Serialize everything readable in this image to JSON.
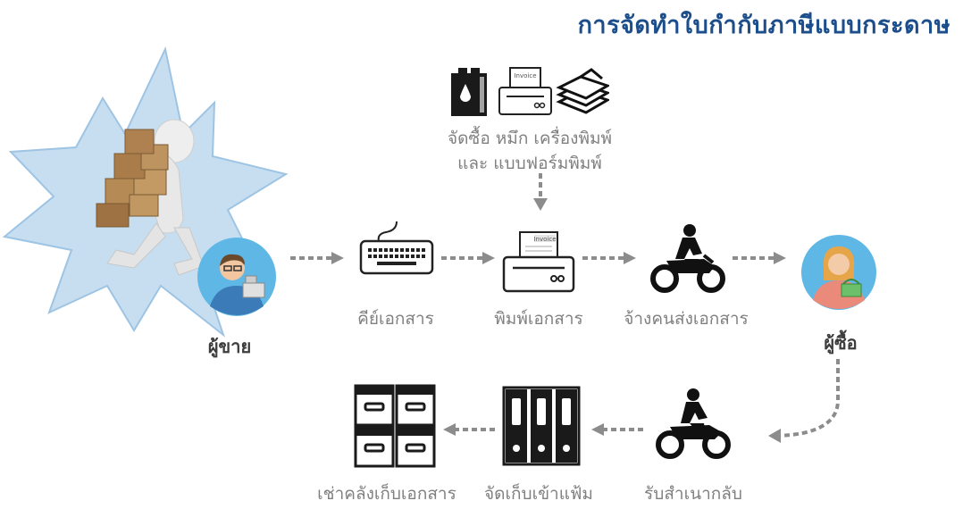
{
  "title": "การจัดทำใบกำกับภาษีแบบกระดาษ",
  "steps": {
    "purchase_line1": "จัดซื้อ หมึก เครื่องพิมพ์",
    "purchase_line2": "และ แบบฟอร์มพิมพ์",
    "seller": "ผู้ขาย",
    "key_document": "คีย์เอกสาร",
    "print_document": "พิมพ์เอกสาร",
    "hire_courier": "จ้างคนส่งเอกสาร",
    "buyer": "ผู้ซื้อ",
    "receive_copy": "รับสำเนากลับ",
    "file_document": "จัดเก็บเข้าแฟ้ม",
    "rent_storage": "เช่าคลังเก็บเอกสาร"
  },
  "printer_tag": "Invoice",
  "colors": {
    "title": "#1c4e8c",
    "label": "#808080",
    "arrow": "#8c8c8c",
    "burst_fill": "#c6def0",
    "burst_stroke": "#9ec4e4",
    "avatar_bg": "#5fb7e6",
    "icon": "#1a1a1a"
  }
}
